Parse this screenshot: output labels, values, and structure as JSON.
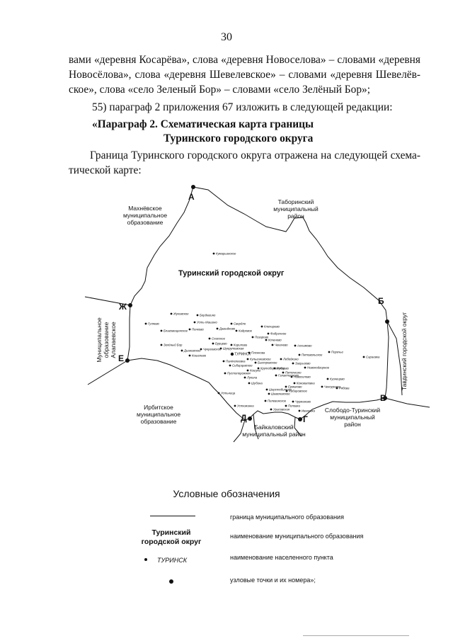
{
  "page": {
    "number": "30",
    "para1_lines": [
      "вами «деревня Косарёва», слова «деревня Новоселова» – словами «деревня",
      "Новосёлова», слова «деревня Шевелевское» – словами «деревня Шевелёв-",
      "ское», слова «село Зеленый Бор» – словами «село Зелёный Бор»;"
    ],
    "item55": "55) параграф 2 приложения 67 изложить в следующей редакции:",
    "heading_line1": "«Параграф 2. Схематическая карта границы",
    "heading_line2": "Туринского городского округа",
    "para2_lines": [
      "Граница Туринского городского округа отражена на следующей схема-",
      "тической карте:"
    ]
  },
  "map": {
    "title": "Туринский городской округ",
    "points": [
      {
        "label": "А"
      },
      {
        "label": "Б"
      },
      {
        "label": "В"
      },
      {
        "label": "Г"
      },
      {
        "label": "Д"
      },
      {
        "label": "Е"
      },
      {
        "label": "Ж"
      }
    ],
    "neighbors": {
      "makhnevskoe": [
        "Махнёвское",
        "муниципальное",
        "образование"
      ],
      "taborinsky": [
        "Таборинский",
        "муниципальный",
        "район"
      ],
      "alapaevskoe": [
        "Муниципальное",
        "образование",
        "Алапаевское"
      ],
      "irbitskoe": [
        "Ирбитское",
        "муниципальное",
        "образование"
      ],
      "baikalovsky": [
        "Байкаловский",
        "муниципальный район"
      ],
      "sloboda": [
        "Слободо-Туринский",
        "муниципальный",
        "район"
      ],
      "tavda": "Тавдинский городской округ"
    },
    "settlements": [
      "Кумарьинское",
      "Жуковское",
      "Бердюгино",
      "Усть-Машино",
      "Гуляево",
      "Благовещенское",
      "Пенково",
      "Давыдково",
      "Свердло",
      "Ключарево",
      "Кадровое",
      "Фабричное",
      "Зелёный Бор",
      "Диановское",
      "Кошелево",
      "Спасское",
      "Чукреевское",
      "Бурцево",
      "ТУРИНСК",
      "Кирилова",
      "Позарово",
      "Шукрутовская",
      "Чекачево",
      "Коченево",
      "Ахлымово",
      "Поречье",
      "Сараевка",
      "Пленкова",
      "Кульгановское",
      "Пантелеевка",
      "Лебедкино",
      "Загрызово",
      "Быстровское",
      "Рубцово",
      "Кошуки",
      "Сибирцевское",
      "Пустопорожняя",
      "Галактионово",
      "Пяточкино",
      "Крутобережское",
      "Новоподгорное",
      "Пятовольское",
      "Коноваловка",
      "Шерстобитова",
      "Ермаково",
      "Чекоуровка",
      "Кузнецово",
      "Рябова",
      "Лукина",
      "Шубина",
      "Новоселово",
      "Устьница",
      "Шевелевское",
      "Пелевинское",
      "Чурманово",
      "Поповка",
      "Урасовская",
      "Ивановка",
      "Хабаровское",
      "Устюжанка"
    ]
  },
  "legend": {
    "title": "Условные обозначения",
    "boundary": "граница муниципального образования",
    "name_sample": [
      "Туринский",
      "городской округ"
    ],
    "name_desc": "наименование муниципального образования",
    "settlement_sample": "ТУРИНСК",
    "settlement_desc": "наименование населенного пункта",
    "node_desc": "узловые точки и их номера»;"
  }
}
